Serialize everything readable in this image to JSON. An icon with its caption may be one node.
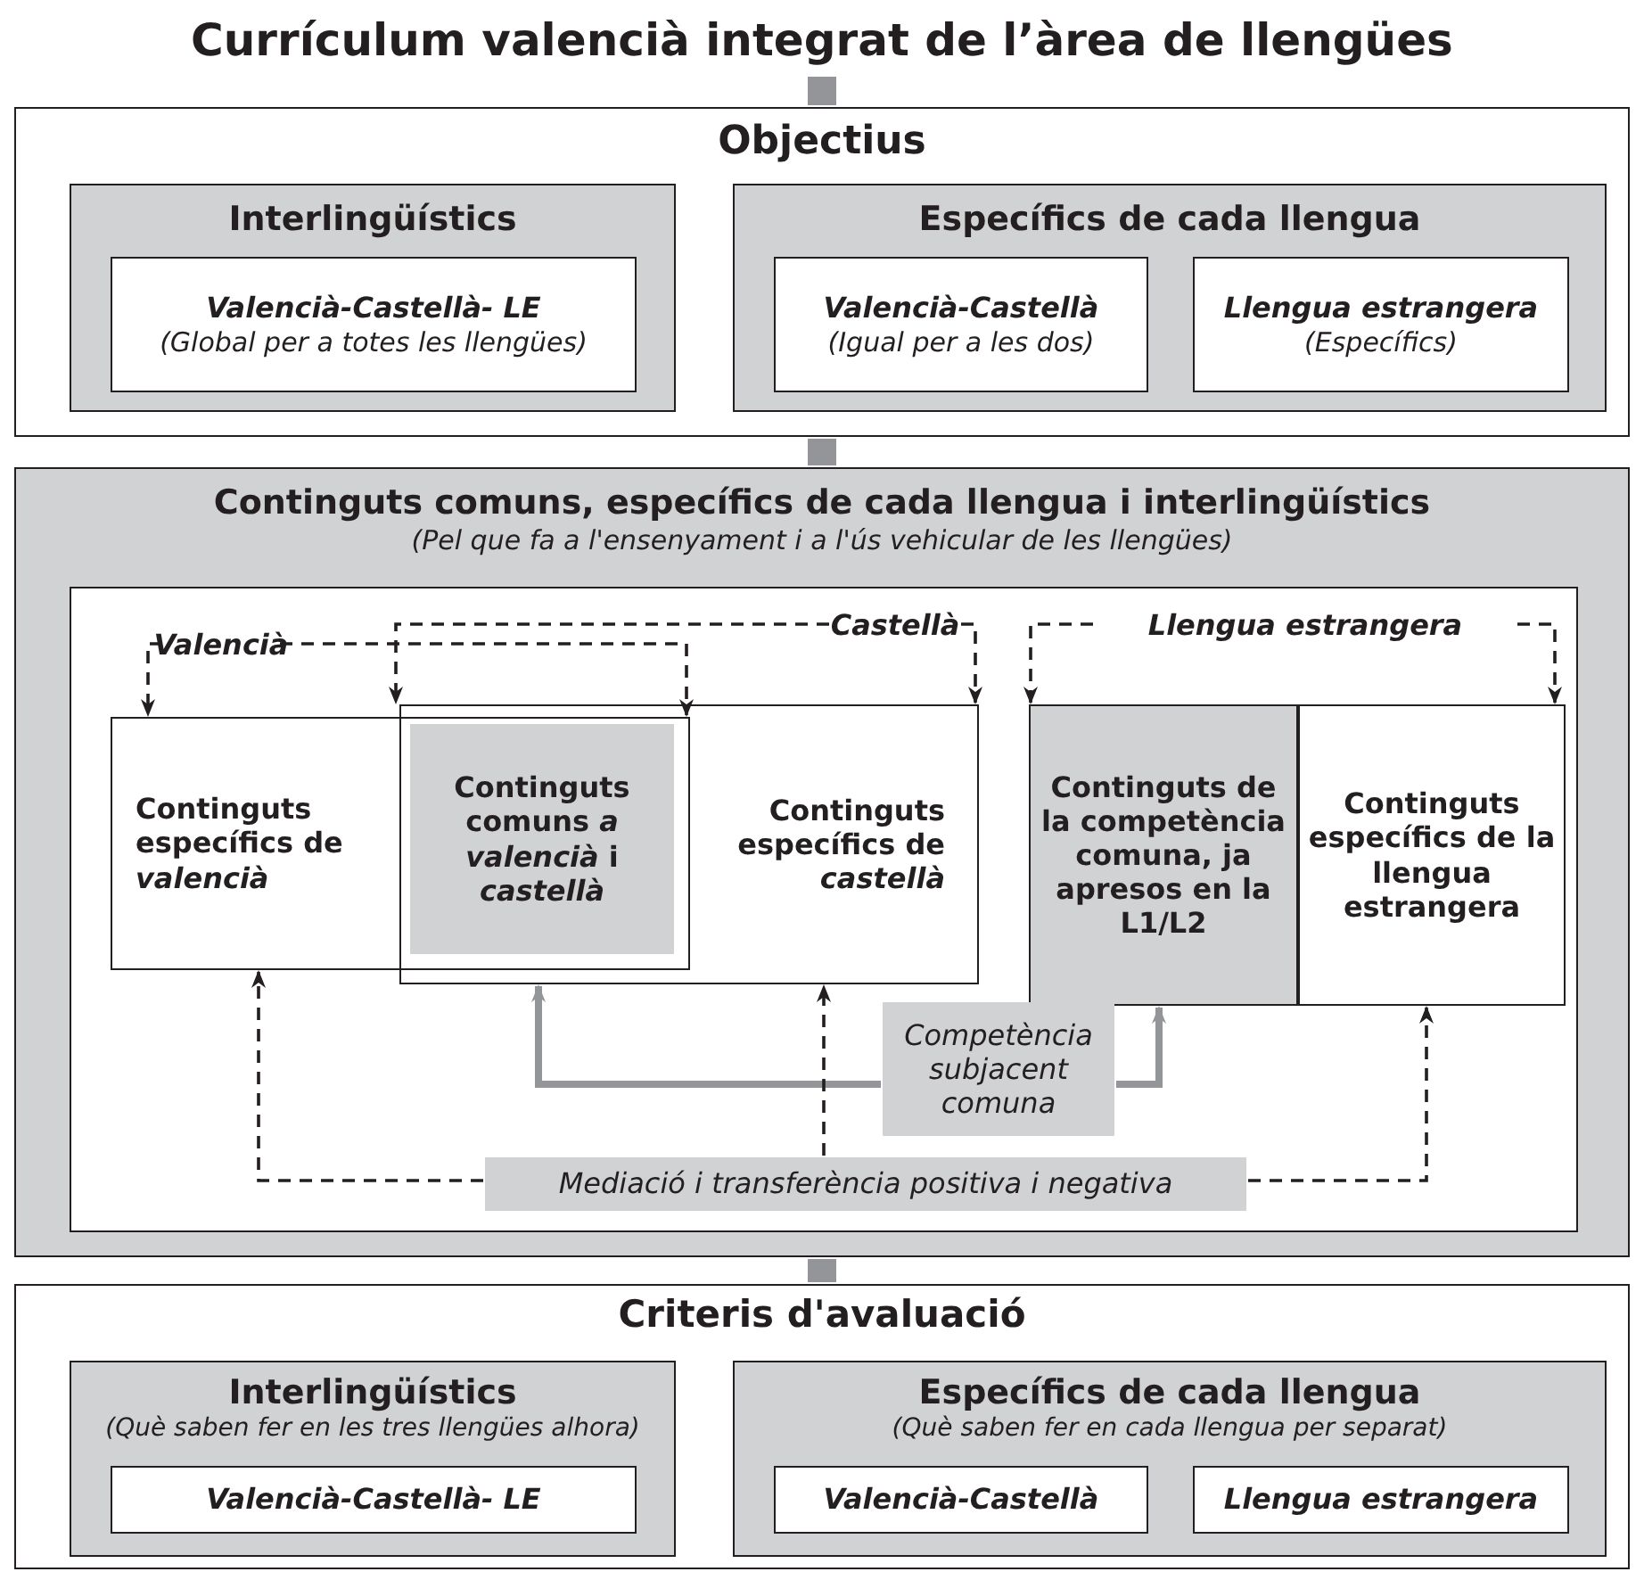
{
  "diagram": {
    "title": "Currículum valencià integrat de l’àrea de llengües",
    "nodes": [
      {
        "text": [
          "Objectius"
        ]
      },
      {
        "text": [
          "Interlingüístics"
        ],
        "in": 0
      },
      {
        "text": [
          "Valencià-Castellà- LE",
          "(Global per a totes les llengües)"
        ],
        "in": 1
      },
      {
        "text": [
          "Específics de cada llengua"
        ],
        "in": 0
      },
      {
        "text": [
          "Valencià-Castellà",
          "(Igual per a les dos)"
        ],
        "in": 3
      },
      {
        "text": [
          "Llengua estrangera",
          "(Específics)"
        ],
        "in": 3
      },
      {
        "text": [
          "Continguts comuns, específics de cada llengua i interlingüístics",
          "(Pel que fa a l'ensenyament i a l'ús vehicular de les llengües)"
        ]
      },
      {
        "text": [],
        "shape": "box",
        "in": 6
      },
      {
        "text": [
          "Valencià"
        ],
        "in": 7
      },
      {
        "text": [
          "Castellà"
        ],
        "in": 7
      },
      {
        "text": [
          "Llengua estrangera"
        ],
        "in": 7
      },
      {
        "text": [
          "Continguts específics de *valencià*"
        ],
        "in": 7
      },
      {
        "text": [
          "Continguts comuns *a valencià* i *castellà*"
        ]
      },
      {
        "text": [
          "Continguts específics de *castellà*"
        ],
        "in": 7
      },
      {
        "text": [
          "Continguts de la competència comuna, ja apresos en la L1/L2"
        ],
        "in": 7
      },
      {
        "text": [
          "Continguts específics de la llengua estrangera"
        ],
        "in": 7
      },
      {
        "text": [
          "Competència subjacent comuna"
        ],
        "in": 7
      },
      {
        "text": [
          "Mediació i transferència positiva i negativa"
        ],
        "in": 7
      },
      {
        "text": [
          "Criteris d'avaluació"
        ]
      },
      {
        "text": [
          "Interlingüístics",
          "(Què saben fer en les tres llengües alhora)"
        ],
        "in": 18
      },
      {
        "text": [
          "Valencià-Castellà- LE"
        ],
        "in": 19
      },
      {
        "text": [
          "Específics de cada llengua",
          "(Què saben fer en cada llengua per separat)"
        ],
        "in": 18
      },
      {
        "text": [
          "Valencià-Castellà"
        ],
        "in": 21
      },
      {
        "text": [
          "Llengua estrangera"
        ],
        "in": 21
      }
    ],
    "edges": [
      {
        "from": null,
        "to": 0,
        "arrow": "none",
        "style": "thick",
        "color": "#939598"
      },
      {
        "from": 0,
        "to": 6,
        "arrow": "none",
        "style": "thick",
        "color": "#939598"
      },
      {
        "from": 6,
        "to": 18,
        "arrow": "none",
        "style": "thick",
        "color": "#939598"
      },
      {
        "from": 8,
        "to": 11,
        "arrow": "to",
        "style": "dashed"
      },
      {
        "from": 8,
        "to": 11,
        "arrow": "to",
        "style": "dashed"
      },
      {
        "from": 9,
        "to": 13,
        "arrow": "to",
        "style": "dashed"
      },
      {
        "from": 9,
        "to": 13,
        "arrow": "to",
        "style": "dashed"
      },
      {
        "from": 10,
        "to": 14,
        "arrow": "to",
        "style": "dashed"
      },
      {
        "from": 10,
        "to": 15,
        "arrow": "to",
        "style": "dashed"
      },
      {
        "from": 16,
        "to": 13,
        "arrow": "to",
        "style": "thick",
        "color": "#939598"
      },
      {
        "from": 16,
        "to": 14,
        "arrow": "to",
        "style": "thick",
        "color": "#939598"
      },
      {
        "from": 17,
        "to": 11,
        "arrow": "to",
        "style": "dashed"
      },
      {
        "from": 17,
        "to": 13,
        "arrow": "to",
        "style": "dashed"
      },
      {
        "from": 17,
        "to": 15,
        "arrow": "to",
        "style": "dashed"
      }
    ]
  }
}
